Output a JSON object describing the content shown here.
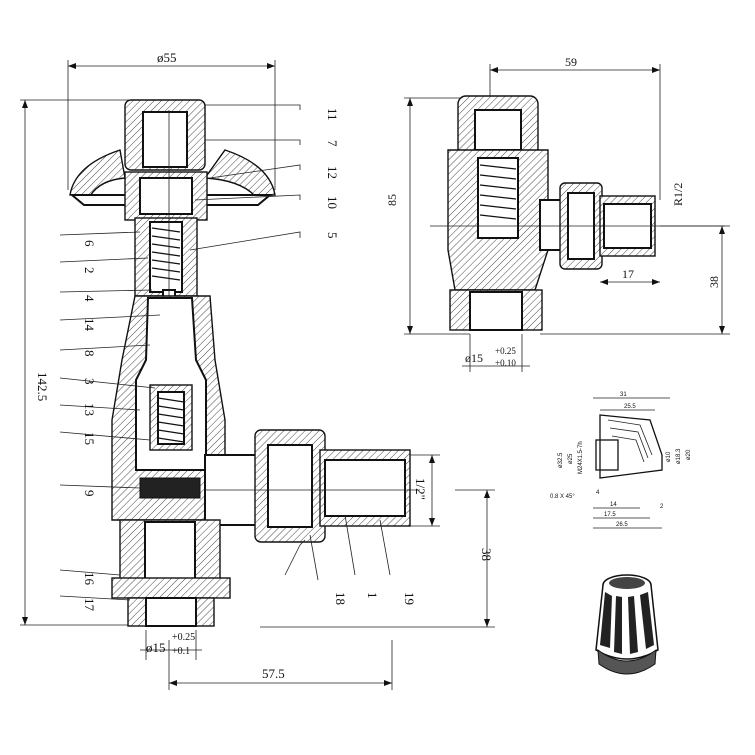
{
  "main_view": {
    "dim_top": "ø55",
    "dim_height": "142.5",
    "dim_bottom_width": "57.5",
    "dim_right_height": "38",
    "dim_thread": "1/2\"",
    "dim_tail": "ø15",
    "dim_tail_tol_upper": "+0.25",
    "dim_tail_tol_lower": "+0.1",
    "callouts_right": [
      "11",
      "7",
      "12",
      "10",
      "5"
    ],
    "callouts_left": [
      "6",
      "2",
      "4",
      "14",
      "8",
      "3",
      "13",
      "15",
      "9",
      "16",
      "17"
    ],
    "callouts_bottom": [
      "18",
      "1",
      "19"
    ]
  },
  "side_view": {
    "dim_width": "59",
    "dim_height": "85",
    "dim_thread": "R1/2",
    "dim_length": "17",
    "dim_right_height": "38",
    "dim_tail": "ø15",
    "dim_tail_tol_upper": "+0.25",
    "dim_tail_tol_lower": "+0.10"
  },
  "cap_detail": {
    "dims": [
      "31",
      "25.5",
      "ø32.5",
      "ø25",
      "M24X1.5-7h",
      "ø10",
      "ø18.3",
      "ø20",
      "0.8 X 45°",
      "4",
      "14",
      "17.5",
      "26.5",
      "2"
    ]
  }
}
